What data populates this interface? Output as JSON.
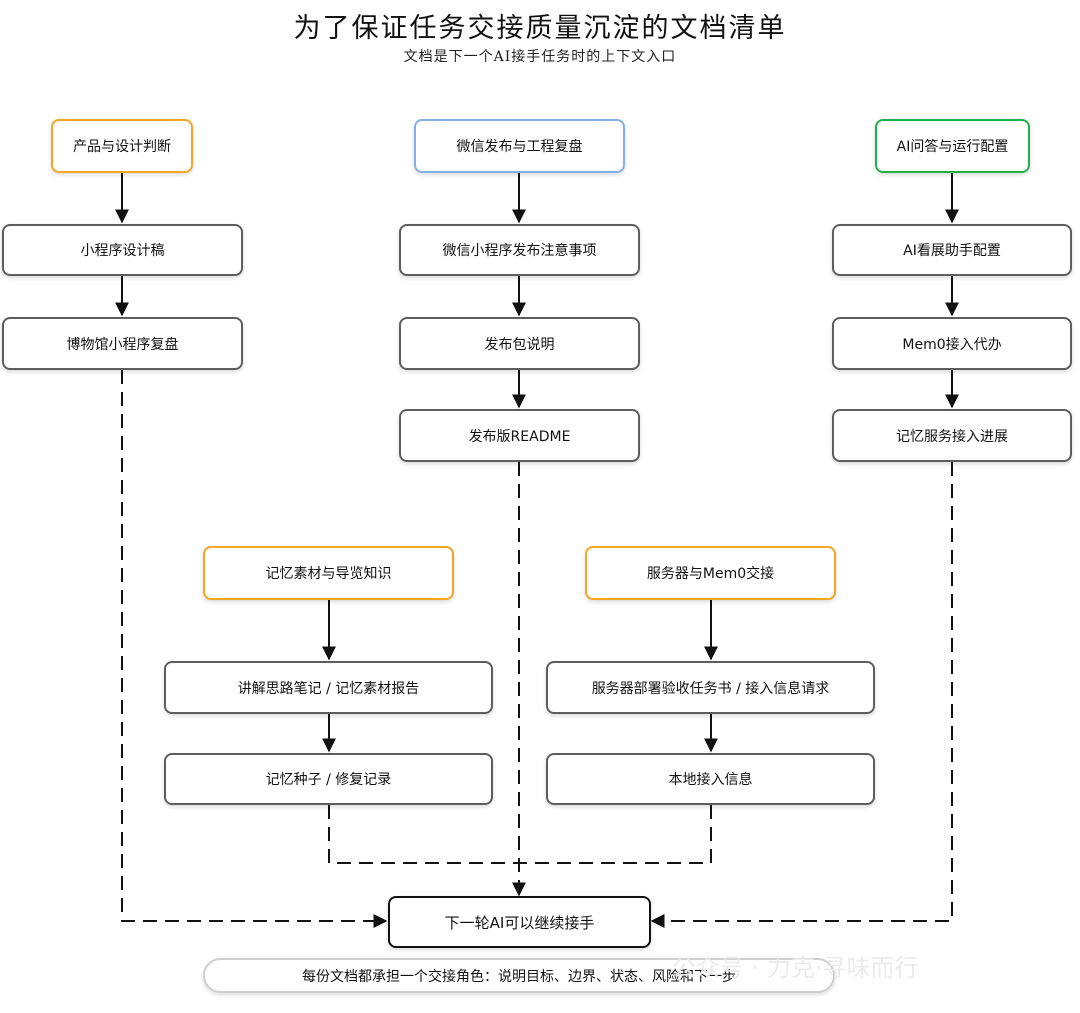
{
  "title": "为了保证任务交接质量沉淀的文档清单",
  "subtitle": "文档是下一个AI接手任务时的上下文入口",
  "groups": {
    "product": {
      "header": "产品与设计判断",
      "items": [
        "小程序设计稿",
        "博物馆小程序复盘"
      ]
    },
    "wechat": {
      "header": "微信发布与工程复盘",
      "items": [
        "微信小程序发布注意事项",
        "发布包说明",
        "发布版README"
      ]
    },
    "ai": {
      "header": "AI问答与运行配置",
      "items": [
        "AI看展助手配置",
        "Mem0接入代办",
        "记忆服务接入进展"
      ]
    },
    "memory": {
      "header": "记忆素材与导览知识",
      "items": [
        "讲解思路笔记 / 记忆素材报告",
        "记忆种子 / 修复记录"
      ]
    },
    "server": {
      "header": "服务器与Mem0交接",
      "items": [
        "服务器部署验收任务书 / 接入信息请求",
        "本地接入信息"
      ]
    }
  },
  "final_node": "下一轮AI可以继续接手",
  "footer_note": "每份文档都承担一个交接角色：说明目标、边界、状态、风险和下一步",
  "watermark": "公众号 · 力克·寻味而行",
  "colors": {
    "orange": "#f5a623",
    "blue": "#84b0e6",
    "green": "#20b14b",
    "gray_border": "#5e5e5e",
    "final_border": "#111111"
  }
}
